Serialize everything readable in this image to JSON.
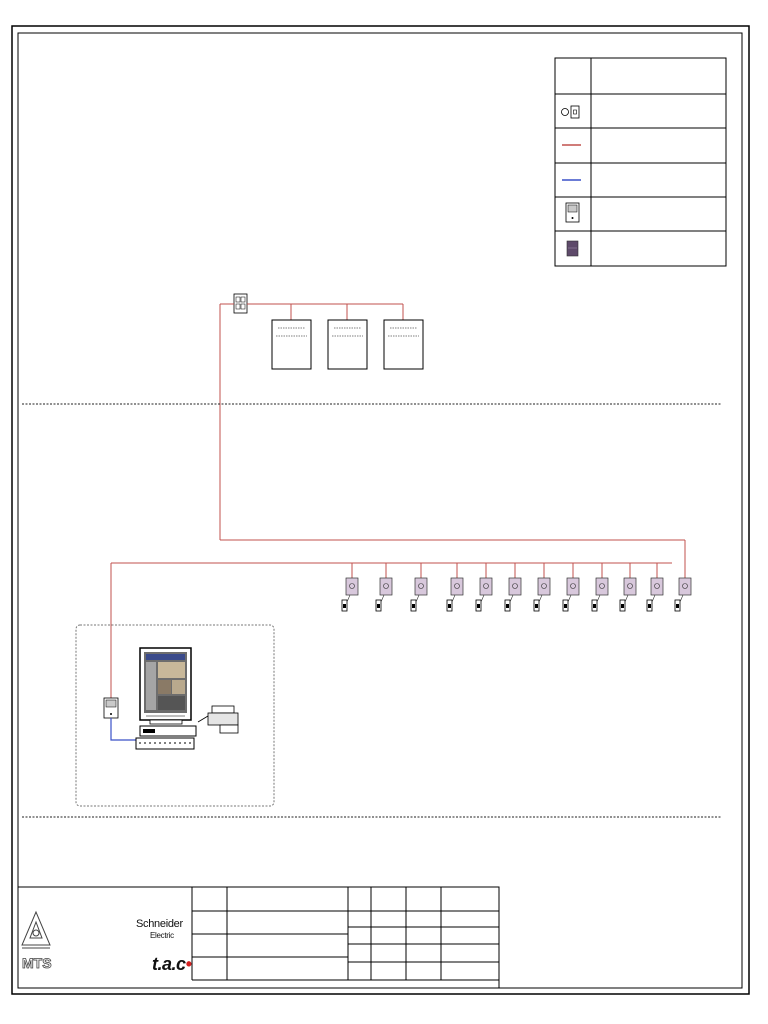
{
  "diagram": {
    "colors": {
      "border": "#000000",
      "bus_line": "#c0504d",
      "lan_line": "#3a50c8",
      "controller_fill": "#d8c8dc",
      "panel_fill": "#5e4a6a",
      "enclosure_border": "#777777"
    },
    "legend": {
      "icons": [
        "thermostat-controller-icon",
        "bus-line-icon",
        "lan-line-icon",
        "router-icon",
        "panel-icon"
      ]
    },
    "upper_section": {
      "router": "router-icon",
      "panel_count": 3
    },
    "bus": {
      "controller_count": 12
    },
    "workstation": {
      "items": [
        "router-icon",
        "monitor-icon",
        "computer-icon",
        "keyboard-icon",
        "printer-icon"
      ]
    },
    "title_block": {
      "brand_schneider": "Schneider",
      "brand_electric": "Electric",
      "brand_tac": "t.a.c",
      "logo_text": "MTS"
    }
  }
}
